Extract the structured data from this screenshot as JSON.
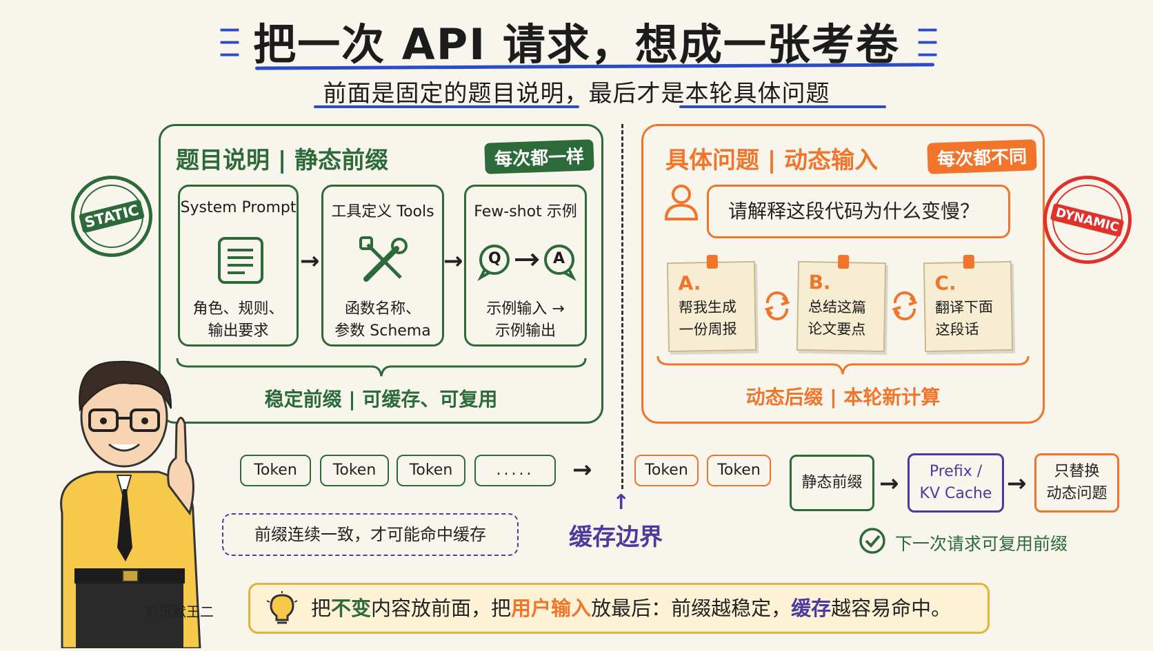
{
  "title": "把一次 API 请求，想成一张考卷",
  "subtitle": "前面是固定的题目说明，最后才是本轮具体问题",
  "static_panel": {
    "title": "题目说明 | 静态前缀",
    "badge": "每次都一样",
    "stamp": "STATIC",
    "cards": [
      {
        "title": "System Prompt",
        "desc_line1": "角色、规则、",
        "desc_line2": "输出要求",
        "icon": "document-icon"
      },
      {
        "title": "工具定义 Tools",
        "desc_line1": "函数名称、",
        "desc_line2": "参数 Schema",
        "icon": "tools-icon"
      },
      {
        "title": "Few-shot 示例",
        "desc_line1": "示例输入 →",
        "desc_line2": "示例输出",
        "icon": "qa-icon"
      }
    ],
    "qa_q": "Q",
    "qa_a": "A",
    "footer": "稳定前缀 | 可缓存、可复用"
  },
  "dynamic_panel": {
    "title": "具体问题 | 动态输入",
    "badge": "每次都不同",
    "stamp": "DYNAMIC",
    "question": "请解释这段代码为什么变慢？",
    "notes": [
      {
        "letter": "A.",
        "line1": "帮我生成",
        "line2": "一份周报"
      },
      {
        "letter": "B.",
        "line1": "总结这篇",
        "line2": "论文要点"
      },
      {
        "letter": "C.",
        "line1": "翻译下面",
        "line2": "这段话"
      }
    ],
    "footer": "动态后缀 | 本轮新计算"
  },
  "tokens": {
    "static": [
      "Token",
      "Token",
      "Token",
      "....."
    ],
    "dynamic": [
      "Token",
      "Token"
    ]
  },
  "cache_note": "前缀连续一致，才可能命中缓存",
  "cache_boundary": "缓存边界",
  "flow": {
    "step1": "静态前缀",
    "step2_line1": "Prefix /",
    "step2_line2": "KV Cache",
    "step3_line1": "只替换",
    "step3_line2": "动态问题",
    "reuse_note": "下一次请求可复用前缀"
  },
  "copyright": "©沉默王二",
  "bottom_tip": {
    "p1": "把",
    "p2": "不变",
    "p3": "内容放前面，把",
    "p4": "用户输入",
    "p5": "放最后：前缀越稳定，",
    "p6": "缓存",
    "p7": "越容易命中。"
  },
  "colors": {
    "green": "#2d6a3a",
    "orange": "#f0752a",
    "blue": "#2b4cc8",
    "purple": "#4b3aa0",
    "yellow": "#e4b13a"
  }
}
